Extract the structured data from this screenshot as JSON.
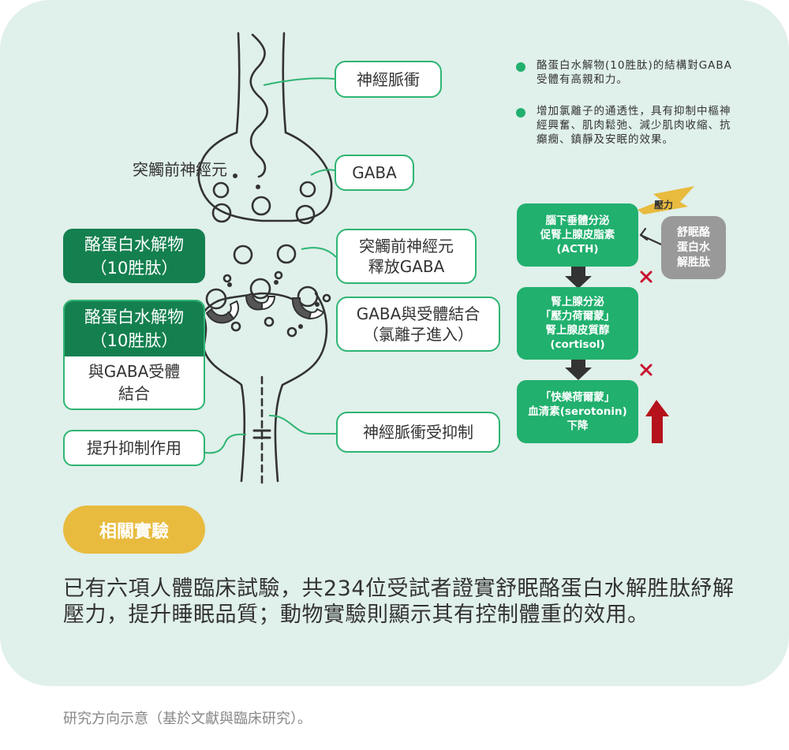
{
  "diagram": {
    "presynaptic_label": "突觸前神經元",
    "callouts": {
      "nerve_impulse": "神經脈衝",
      "gaba": "GABA",
      "release_line1": "突觸前神經元",
      "release_line2": "釋放GABA",
      "binding_line1": "GABA與受體結合",
      "binding_line2": "（氯離子進入）",
      "inhibited": "神經脈衝受抑制"
    },
    "left_boxes": {
      "peptide_line1": "酪蛋白水解物",
      "peptide_line2": "（10胜肽）",
      "combo_top_line1": "酪蛋白水解物",
      "combo_top_line2": "（10胜肽）",
      "combo_bottom_line1": "與GABA受體",
      "combo_bottom_line2": "結合",
      "enhance": "提升抑制作用"
    }
  },
  "notes": [
    {
      "text": "酪蛋白水解物(10胜肽)的結構對GABA受體有高親和力。"
    },
    {
      "text": "增加氯離子的通透性，具有抑制中樞神經興奮、肌肉鬆弛、減少肌肉收縮、抗癲癇、鎮靜及安眠的效果。"
    }
  ],
  "flow": {
    "stress_label": "壓力",
    "step1": {
      "line1": "腦下垂體分泌",
      "line2": "促腎上腺皮脂素",
      "line3": "(ACTH)"
    },
    "step2": {
      "line1": "腎上腺分泌",
      "line2": "「壓力荷爾蒙」",
      "line3": "腎上腺皮質醇",
      "line4": "(cortisol)"
    },
    "step3": {
      "line1": "「快樂荷爾蒙」",
      "line2": "血清素(serotonin)",
      "line3": "下降"
    },
    "inhibitor": {
      "line1": "舒眠酪",
      "line2": "蛋白水",
      "line3": "解胜肽"
    }
  },
  "experiments": {
    "badge": "相關實驗",
    "body": "已有六項人體臨床試驗，共234位受試者證實舒眠酪蛋白水解胜肽紓解壓力，提升睡眠品質；動物實驗則顯示其有控制體重的效用。"
  },
  "caption": "研究方向示意（基於文獻與臨床研究）。",
  "colors": {
    "panel_bg": "#e0f0ea",
    "dark_green": "#14804f",
    "green": "#21b06e",
    "callout_border": "#2eb573",
    "gray": "#999999",
    "yellow": "#e8bb3f",
    "red": "#c8102e",
    "line": "#333333"
  }
}
